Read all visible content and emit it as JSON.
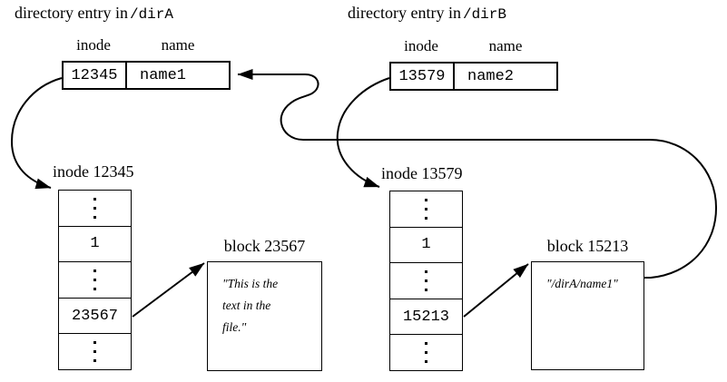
{
  "dirA_entry": {
    "title_prefix": "directory entry in",
    "title_path": "/dirA",
    "header_inode": "inode",
    "header_name": "name",
    "inode": "12345",
    "name": "name1"
  },
  "dirB_entry": {
    "title_prefix": "directory entry in",
    "title_path": "/dirB",
    "header_inode": "inode",
    "header_name": "name",
    "inode": "13579",
    "name": "name2"
  },
  "inodeA": {
    "label": "inode 12345",
    "rows": [
      {
        "dots": true
      },
      {
        "value": "1"
      },
      {
        "dots": true
      },
      {
        "value": "23567"
      },
      {
        "dots": true
      }
    ]
  },
  "inodeB": {
    "label": "inode 13579",
    "rows": [
      {
        "dots": true
      },
      {
        "value": "1"
      },
      {
        "dots": true
      },
      {
        "value": "15213"
      },
      {
        "dots": true
      }
    ]
  },
  "blockA": {
    "label": "block 23567",
    "lines": [
      "\"This is the",
      "text in the",
      "file.\""
    ]
  },
  "blockB": {
    "label": "block 15213",
    "lines": [
      "\"/dirA/name1\""
    ]
  },
  "colors": {
    "ink": "#000000",
    "background": "#ffffff"
  }
}
